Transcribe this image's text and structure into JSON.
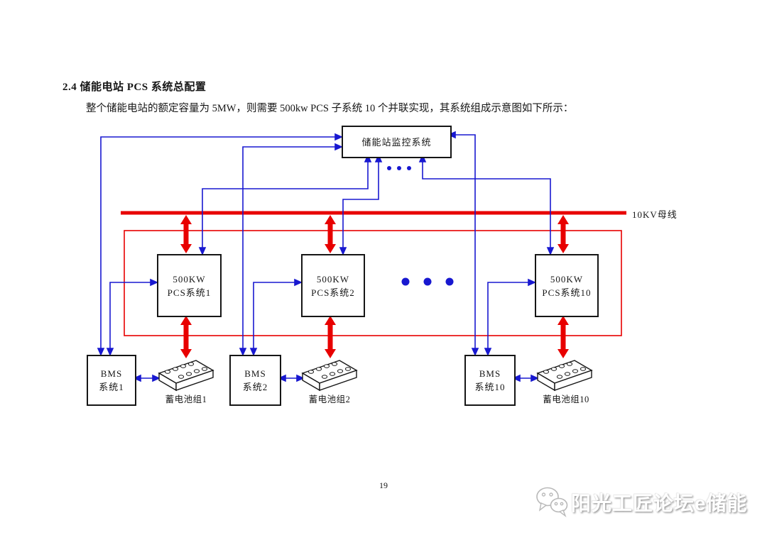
{
  "page": {
    "heading": "2.4 储能电站 PCS 系统总配置",
    "paragraph": "整个储能电站的额定容量为 5MW，则需要 500kw PCS 子系统 10 个并联实现，其系统组成示意图如下所示：",
    "page_number": "19"
  },
  "diagram": {
    "monitor_label": "储能站监控系统",
    "bus_label": "10KV母线",
    "pcs_units": [
      {
        "line1": "500KW",
        "line2": "PCS系统1"
      },
      {
        "line1": "500KW",
        "line2": "PCS系统2"
      },
      {
        "line1": "500KW",
        "line2": "PCS系统10"
      }
    ],
    "bms_units": [
      {
        "line1": "BMS",
        "line2": "系统1"
      },
      {
        "line1": "BMS",
        "line2": "系统2"
      },
      {
        "line1": "BMS",
        "line2": "系统10"
      }
    ],
    "battery_labels": [
      "蓄电池组1",
      "蓄电池组2",
      "蓄电池组10"
    ],
    "colors": {
      "signal_blue": "#1818d0",
      "power_red": "#e80000",
      "box_border": "#161616"
    }
  },
  "watermark": {
    "icon": "wechat-icon",
    "text": "阳光工匠论坛e储能"
  }
}
